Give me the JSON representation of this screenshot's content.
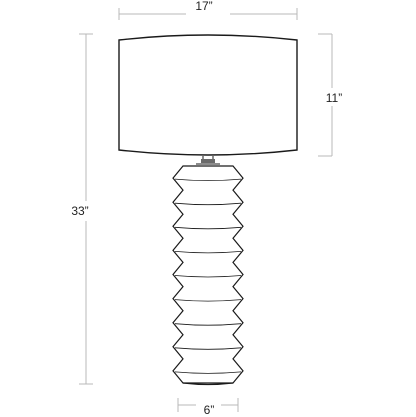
{
  "dimensions": {
    "overall_width": "17”",
    "shade_height": "11”",
    "total_height": "33”",
    "base_width": "6”"
  },
  "colors": {
    "outline": "#1a1a1a",
    "dimension_line": "#b8b8b8",
    "background": "#ffffff"
  }
}
